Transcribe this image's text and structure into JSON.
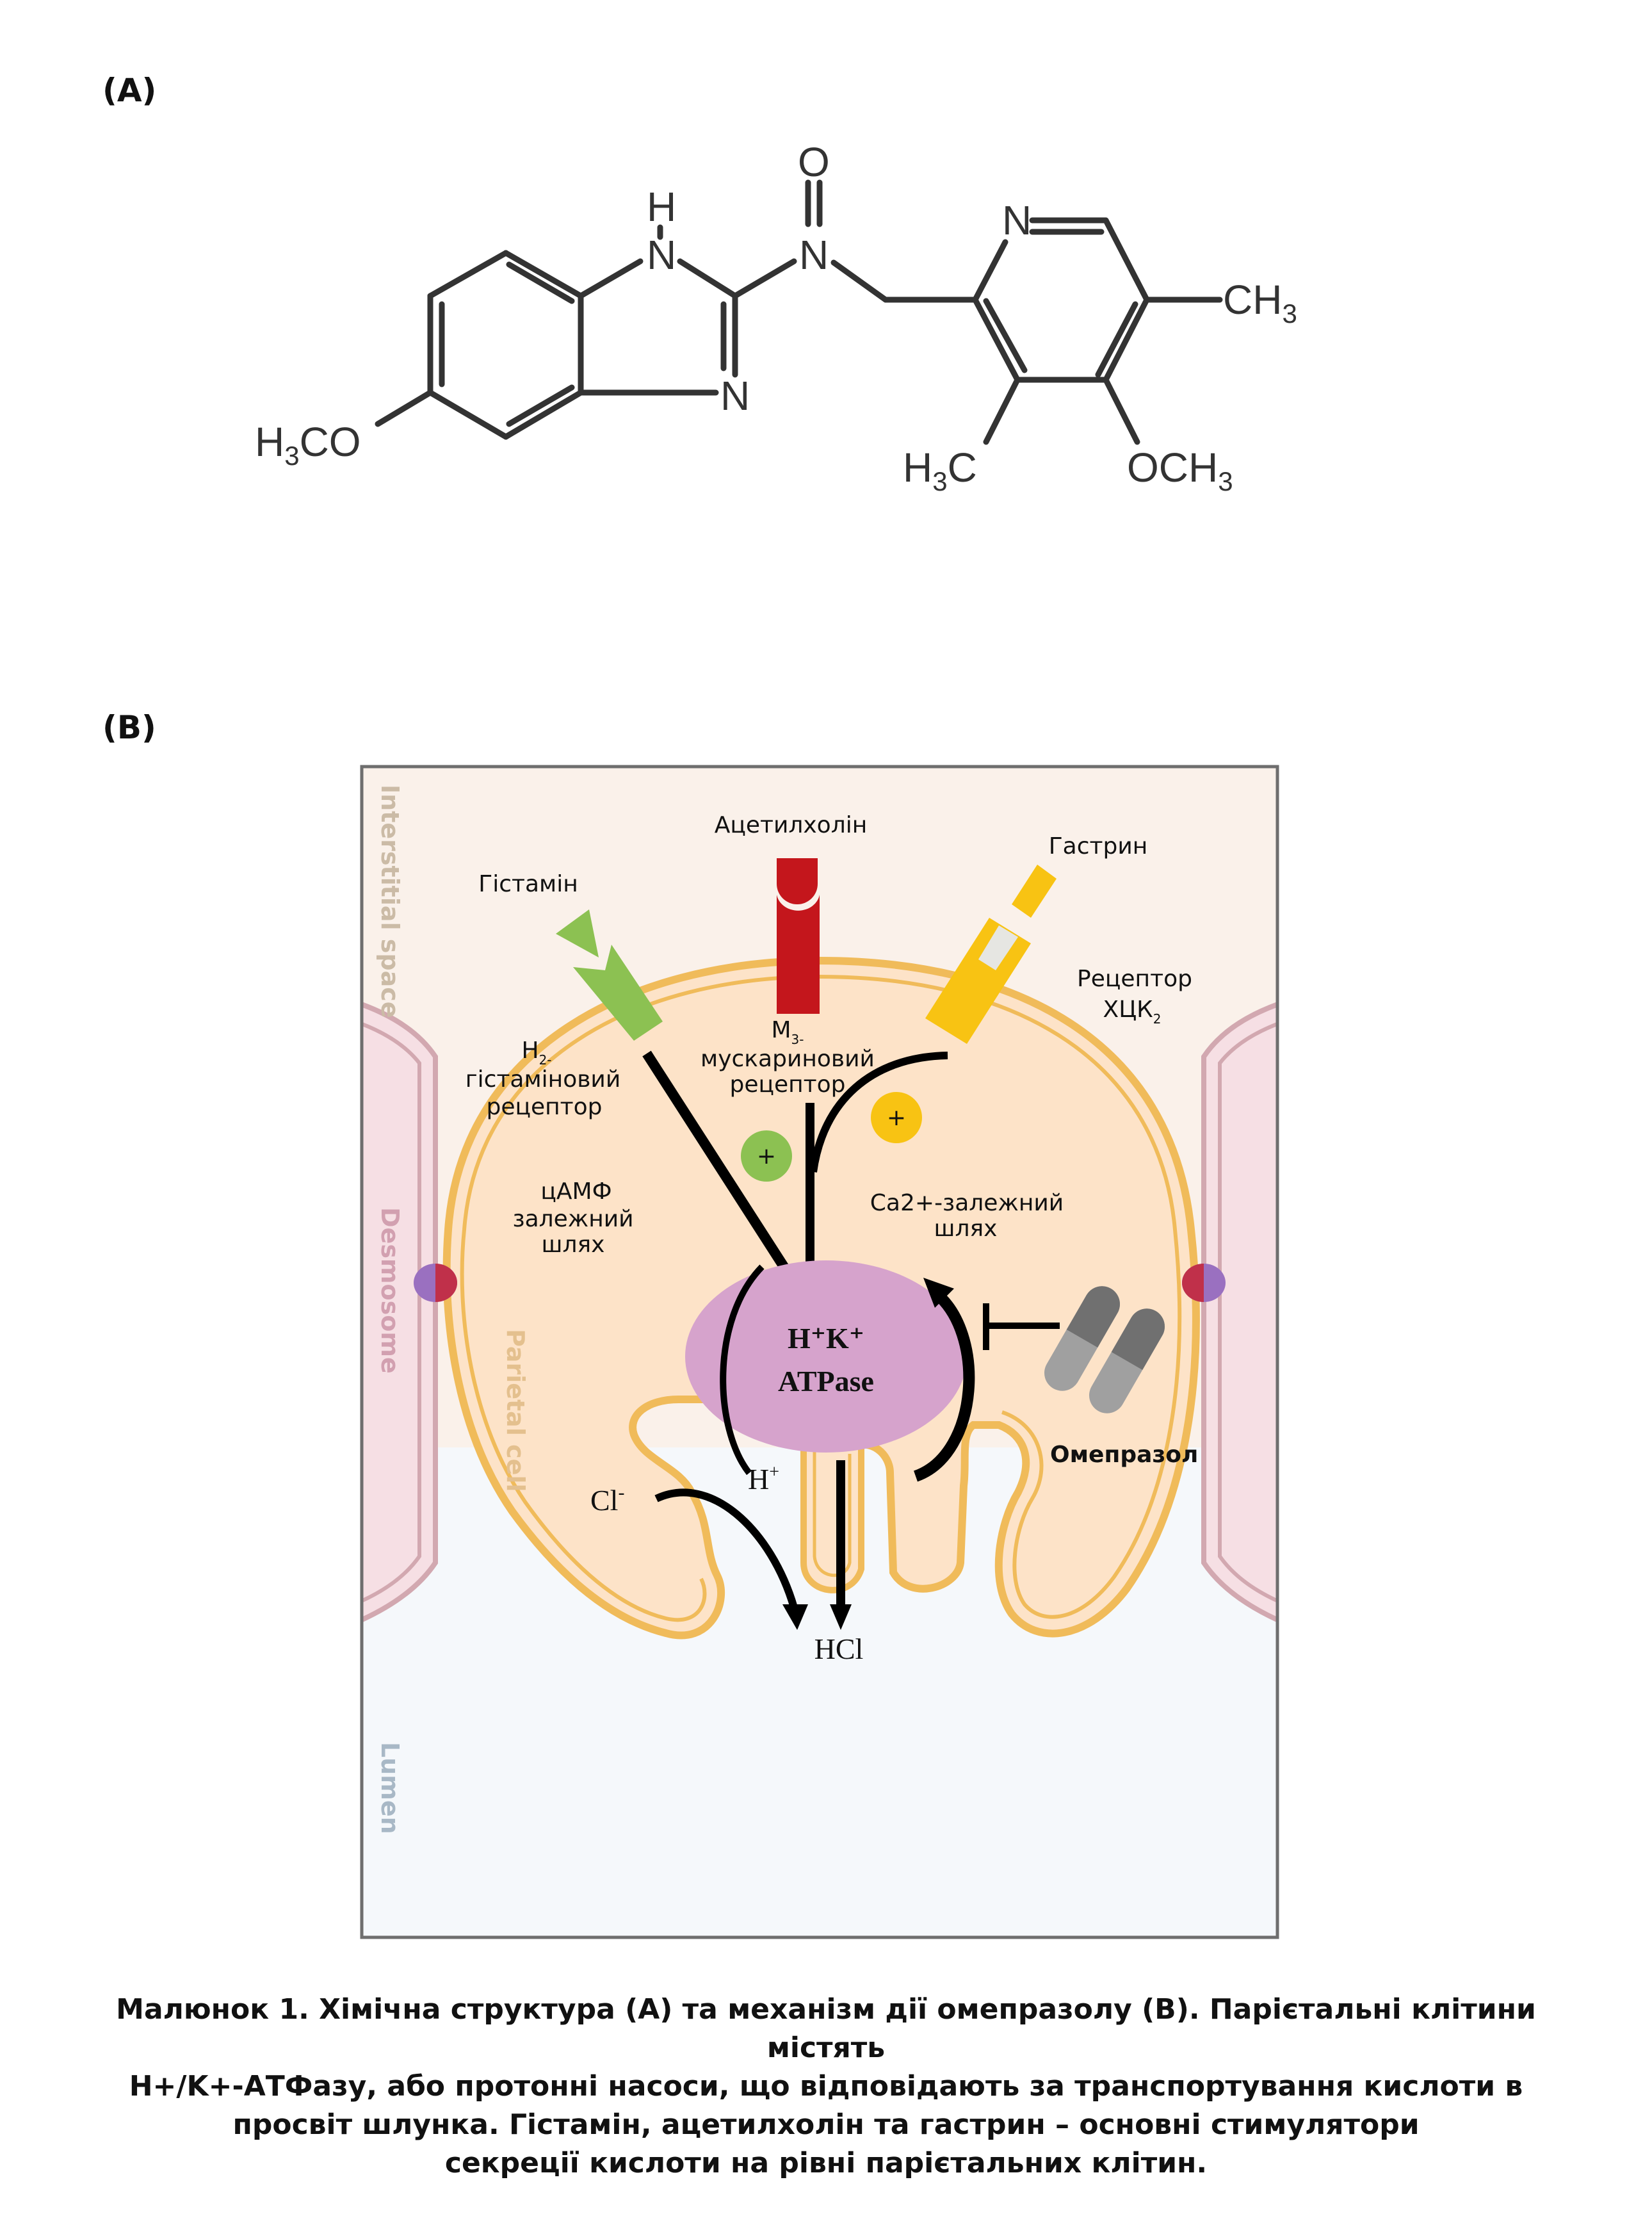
{
  "panels": {
    "a_label": "(A)",
    "b_label": "(B)"
  },
  "structure": {
    "name": "omeprazole",
    "atoms": {
      "nh_n": "N",
      "nh_h": "H",
      "imid_n": "N",
      "oxide_n": "N",
      "oxide_o": "O",
      "pyr_n": "N",
      "left_sub_main": "H",
      "left_sub_idx": "3",
      "left_sub_tail": "CO",
      "ch3_main": "CH",
      "ch3_idx": "3",
      "h3c_main": "H",
      "h3c_idx": "3",
      "h3c_tail": "C",
      "och3_main": "OCH",
      "och3_idx": "3"
    }
  },
  "diagram": {
    "regions": {
      "interstitial": "Interstitial space",
      "desmosome": "Desmosome",
      "parietal": "Parietal cell",
      "lumen": "Lumen"
    },
    "ligands": {
      "histamine": "Гістамін",
      "acetylcholine": "Ацетилхолін",
      "gastrin": "Гастрин"
    },
    "receptors": {
      "h2_line1_main": "H",
      "h2_line1_sub": "2-",
      "h2_line2": "гістаміновий",
      "h2_line3": "рецептор",
      "m3_line1_main": "M",
      "m3_line1_sub": "3-",
      "m3_line2": "мускариновий",
      "m3_line3": "рецептор",
      "cck_line1": "Рецептор",
      "cck_line2_main": "ХЦК",
      "cck_line2_sub": "2"
    },
    "pathways": {
      "camp_line1": "цАМФ",
      "camp_line2": "залежний",
      "camp_line3": "шлях",
      "ca_line1": "Ca2+-залежний",
      "ca_line2": "шлях"
    },
    "plus_sign": "+",
    "pump": {
      "line1": "H⁺K⁺",
      "line2": "ATPase"
    },
    "ions": {
      "h_main": "H",
      "h_sup": "+",
      "cl_main": "Cl",
      "cl_sup": "-",
      "hcl": "HCl"
    },
    "drug": "Омепразол",
    "colors": {
      "interstitial": "#faf1ea",
      "cell_fill": "#fde3c8",
      "membrane": "#f0bb5a",
      "desmosome_fill": "#f6dfe4",
      "desmosome_stroke": "#d2a8b0",
      "lumen": "#f5f8fb",
      "histamine_green": "#8cc152",
      "ach_red": "#c4161c",
      "gastrin_yellow": "#f8c313",
      "pump_purple": "#d6a3cc",
      "capsule_dark": "#707070",
      "capsule_light": "#a0a0a0"
    }
  },
  "caption": {
    "line1": "Малюнок 1. Хімічна структура (A) та механізм дії омепразолу (B). Парієтальні клітини містять",
    "line2": "H+/K+-АТФазу, або протонні насоси, що відповідають за транспортування кислоти в",
    "line3": "просвіт шлунка. Гістамін, ацетилхолін та гастрин – основні стимулятори",
    "line4": "секреції кислоти на рівні парієтальних клітин."
  }
}
